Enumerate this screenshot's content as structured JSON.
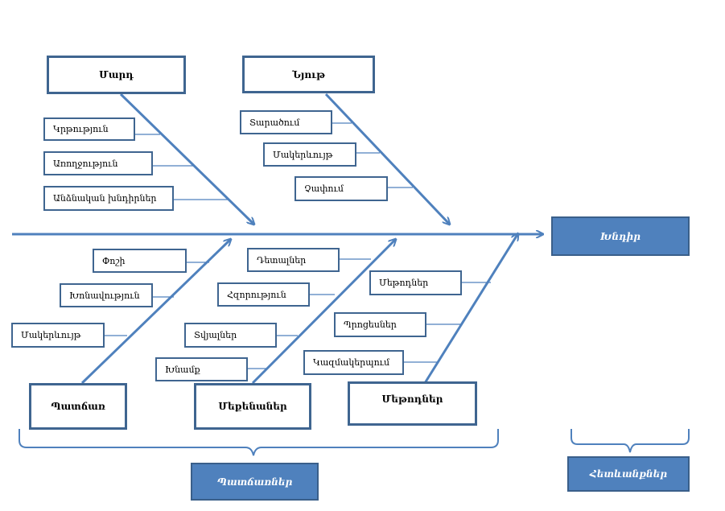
{
  "colors": {
    "line": "#4f81bd",
    "box_border": "#3f6590",
    "fill": "#4f81bd"
  },
  "effect": "Խնդիր",
  "categories": {
    "people": "Մարդ",
    "material": "Նյութ",
    "environment": "Պատճառ",
    "machines": "Մեքենաներ",
    "methods": "Մեթոդներ"
  },
  "causes": {
    "people": [
      "Կրթություն",
      "Առողջություն",
      "Անձնական խնդիրներ"
    ],
    "material": [
      "Տարածում",
      "Մակերևույթ",
      "Չափում"
    ],
    "environment": [
      "Փոշի",
      "Խոնավություն",
      "Մակերևույթ"
    ],
    "machines": [
      "Դետալներ",
      "Հզորություն",
      "Տվյալներ",
      "Խնամք"
    ],
    "methods": [
      "Մեթոդներ",
      "Պրոցեսներ",
      "Կազմակերպում"
    ]
  },
  "footer": {
    "causes_label": "Պատճառներ",
    "effects_label": "Հետևանքներ"
  }
}
